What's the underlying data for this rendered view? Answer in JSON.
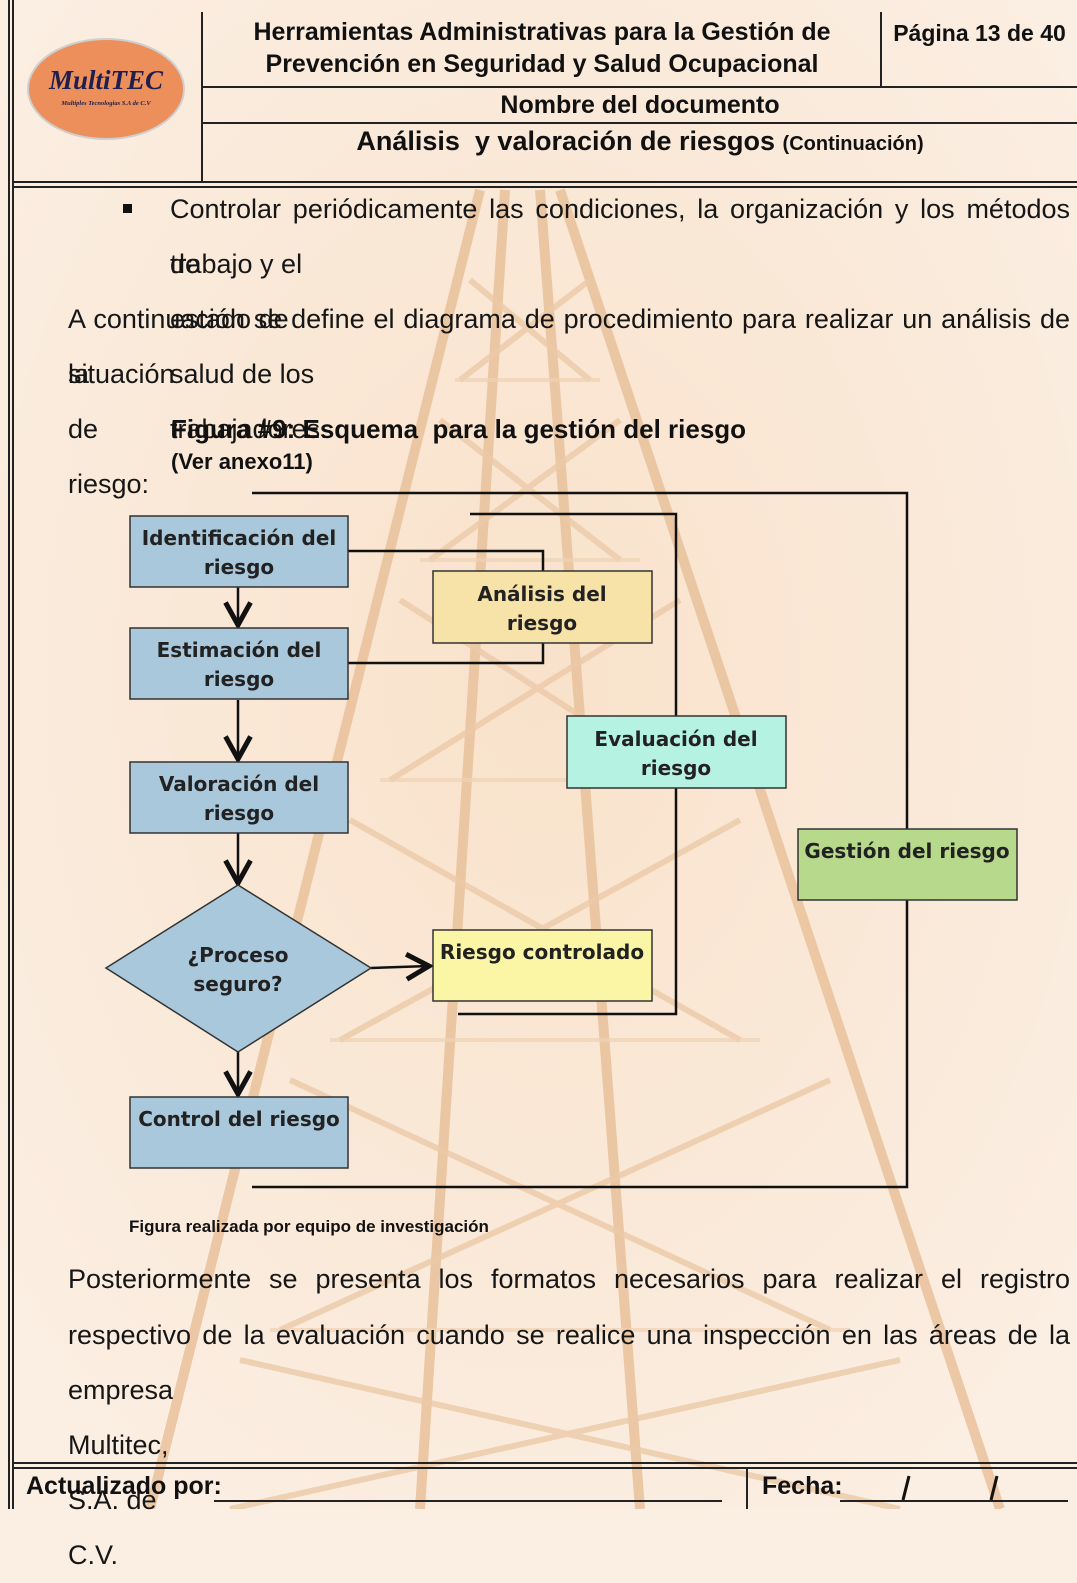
{
  "header": {
    "logo_text": "MultiTEC",
    "logo_subtext": "Multiples Tecnologias S.A de C.V",
    "title_line1": "Herramientas Administrativas para la Gestión de",
    "title_line2": "Prevención en Seguridad y Salud Ocupacional",
    "page_label": "Página 13 de 40",
    "doc_name_label": "Nombre del documento",
    "doc_title": "Análisis  y valoración de riesgos",
    "doc_title_suffix": "(Continuación)"
  },
  "body": {
    "bullet_line1": "Controlar periódicamente las condiciones, la organización y los métodos de",
    "bullet_line2": "trabajo y el estado de salud de los trabajadores.",
    "intro_line1": "A continuación se define el diagrama de procedimiento para realizar un análisis de la",
    "intro_line2": "situación de riesgo:",
    "figure_caption": "Figura #9: Esquema  para la gestión del riesgo",
    "figure_caption_suffix": "(Ver anexo11)",
    "figure_credit": "Figura realizada por equipo de investigación",
    "closing_line1": "Posteriormente se presenta los formatos necesarios para realizar el registro",
    "closing_line2": "respectivo de la evaluación cuando se realice una inspección en las áreas de la",
    "closing_line3": "empresa Multitec, S.A. de C.V."
  },
  "diagram": {
    "identificacion_l1": "Identificación del",
    "identificacion_l2": "riesgo",
    "estimacion_l1": "Estimación del",
    "estimacion_l2": "riesgo",
    "valoracion_l1": "Valoración del",
    "valoracion_l2": "riesgo",
    "proceso_l1": "¿Proceso",
    "proceso_l2": "seguro?",
    "control": "Control del riesgo",
    "analisis_l1": "Análisis del",
    "analisis_l2": "riesgo",
    "evaluacion_l1": "Evaluación del",
    "evaluacion_l2": "riesgo",
    "riesgo_controlado": "Riesgo controlado",
    "gestion": "Gestión del riesgo"
  },
  "footer": {
    "updated_by_label": "Actualizado por:",
    "date_label": "Fecha:"
  },
  "colors": {
    "blue_box": "#a9c8dc",
    "yellow_light": "#f7e2a8",
    "cyan_box": "#b6f2e2",
    "yellow_box": "#fbf6a6",
    "green_box": "#b7d98c",
    "logo_orange": "#ec8f5b"
  }
}
